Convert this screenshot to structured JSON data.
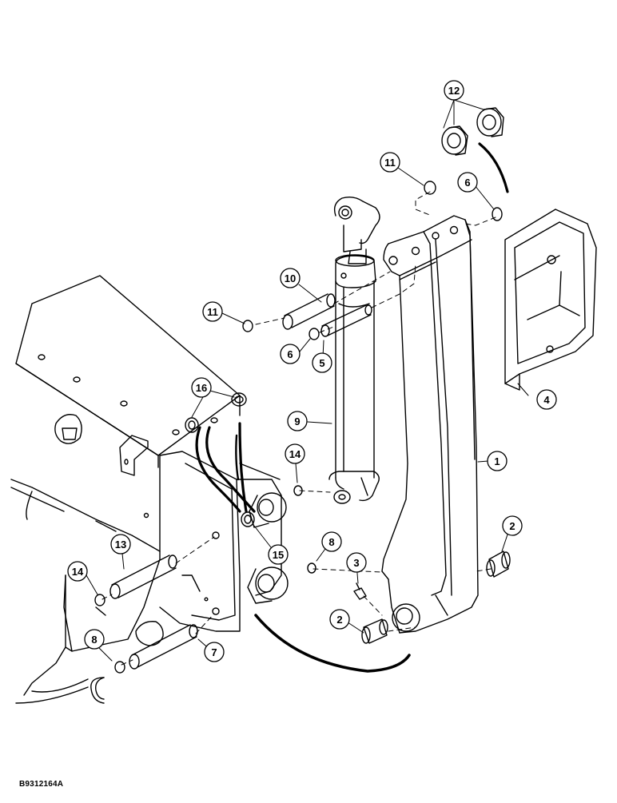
{
  "drawing": {
    "reference_code": "B9312164A",
    "callout_numbers": [
      "1",
      "2",
      "2",
      "3",
      "4",
      "5",
      "6",
      "6",
      "7",
      "8",
      "8",
      "9",
      "10",
      "11",
      "11",
      "12",
      "13",
      "14",
      "14",
      "15",
      "16"
    ]
  }
}
